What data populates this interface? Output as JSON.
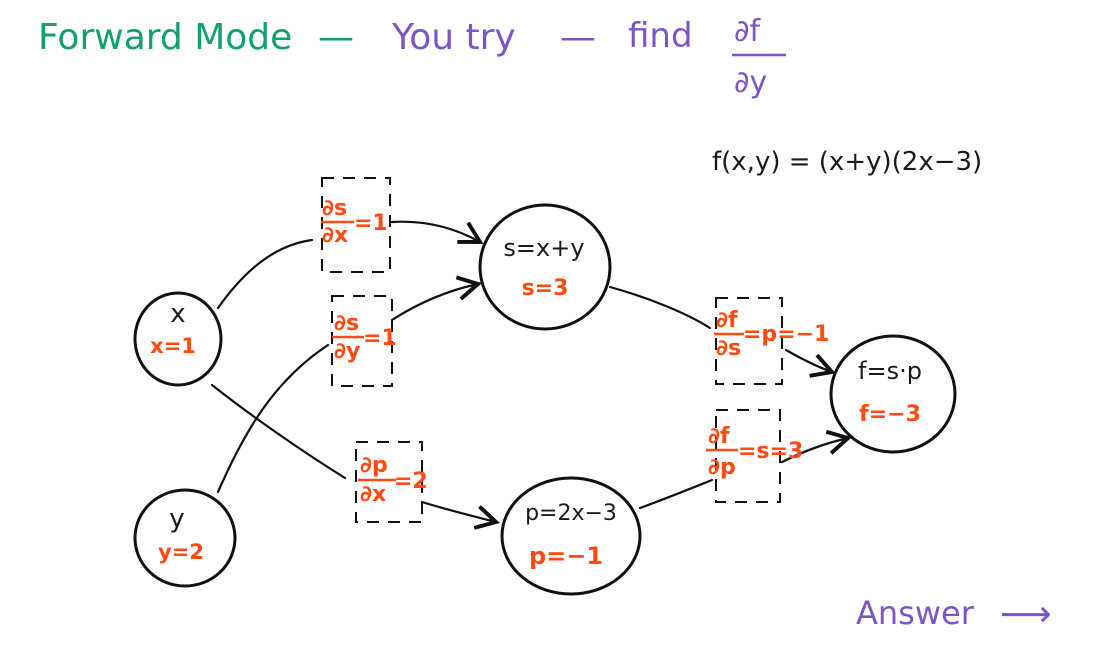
{
  "header": {
    "part1": "Forward Mode",
    "dash1": "—",
    "part2": "You try",
    "dash2": "—",
    "part3": "find",
    "partial_num": "∂f",
    "partial_den": "∂y"
  },
  "formula": "f(x,y) = (x+y)(2x−3)",
  "nodes": {
    "x": {
      "label": "x",
      "value": "x=1"
    },
    "y": {
      "label": "y",
      "value": "y=2"
    },
    "s": {
      "label": "s=x+y",
      "value": "s=3"
    },
    "p": {
      "label": "p=2x−3",
      "value": "p=−1"
    },
    "f": {
      "label": "f=s·p",
      "value": "f=−3"
    }
  },
  "edge_labels": {
    "ds_dx": {
      "num": "∂s",
      "den": "∂x",
      "rest": "=1"
    },
    "ds_dy": {
      "num": "∂s",
      "den": "∂y",
      "rest": "=1"
    },
    "dp_dx": {
      "num": "∂p",
      "den": "∂x",
      "rest": "=2"
    },
    "df_ds": {
      "num": "∂f",
      "den": "∂s",
      "rest": "=p=−1"
    },
    "df_dp": {
      "num": "∂f",
      "den": "∂p",
      "rest": "=s=3"
    }
  },
  "answer": {
    "label": "Answer",
    "arrow": "⟶"
  },
  "colors": {
    "ink": "#111111",
    "orange": "#ff4a12",
    "green": "#14a06e",
    "purple": "#7b55c6"
  }
}
